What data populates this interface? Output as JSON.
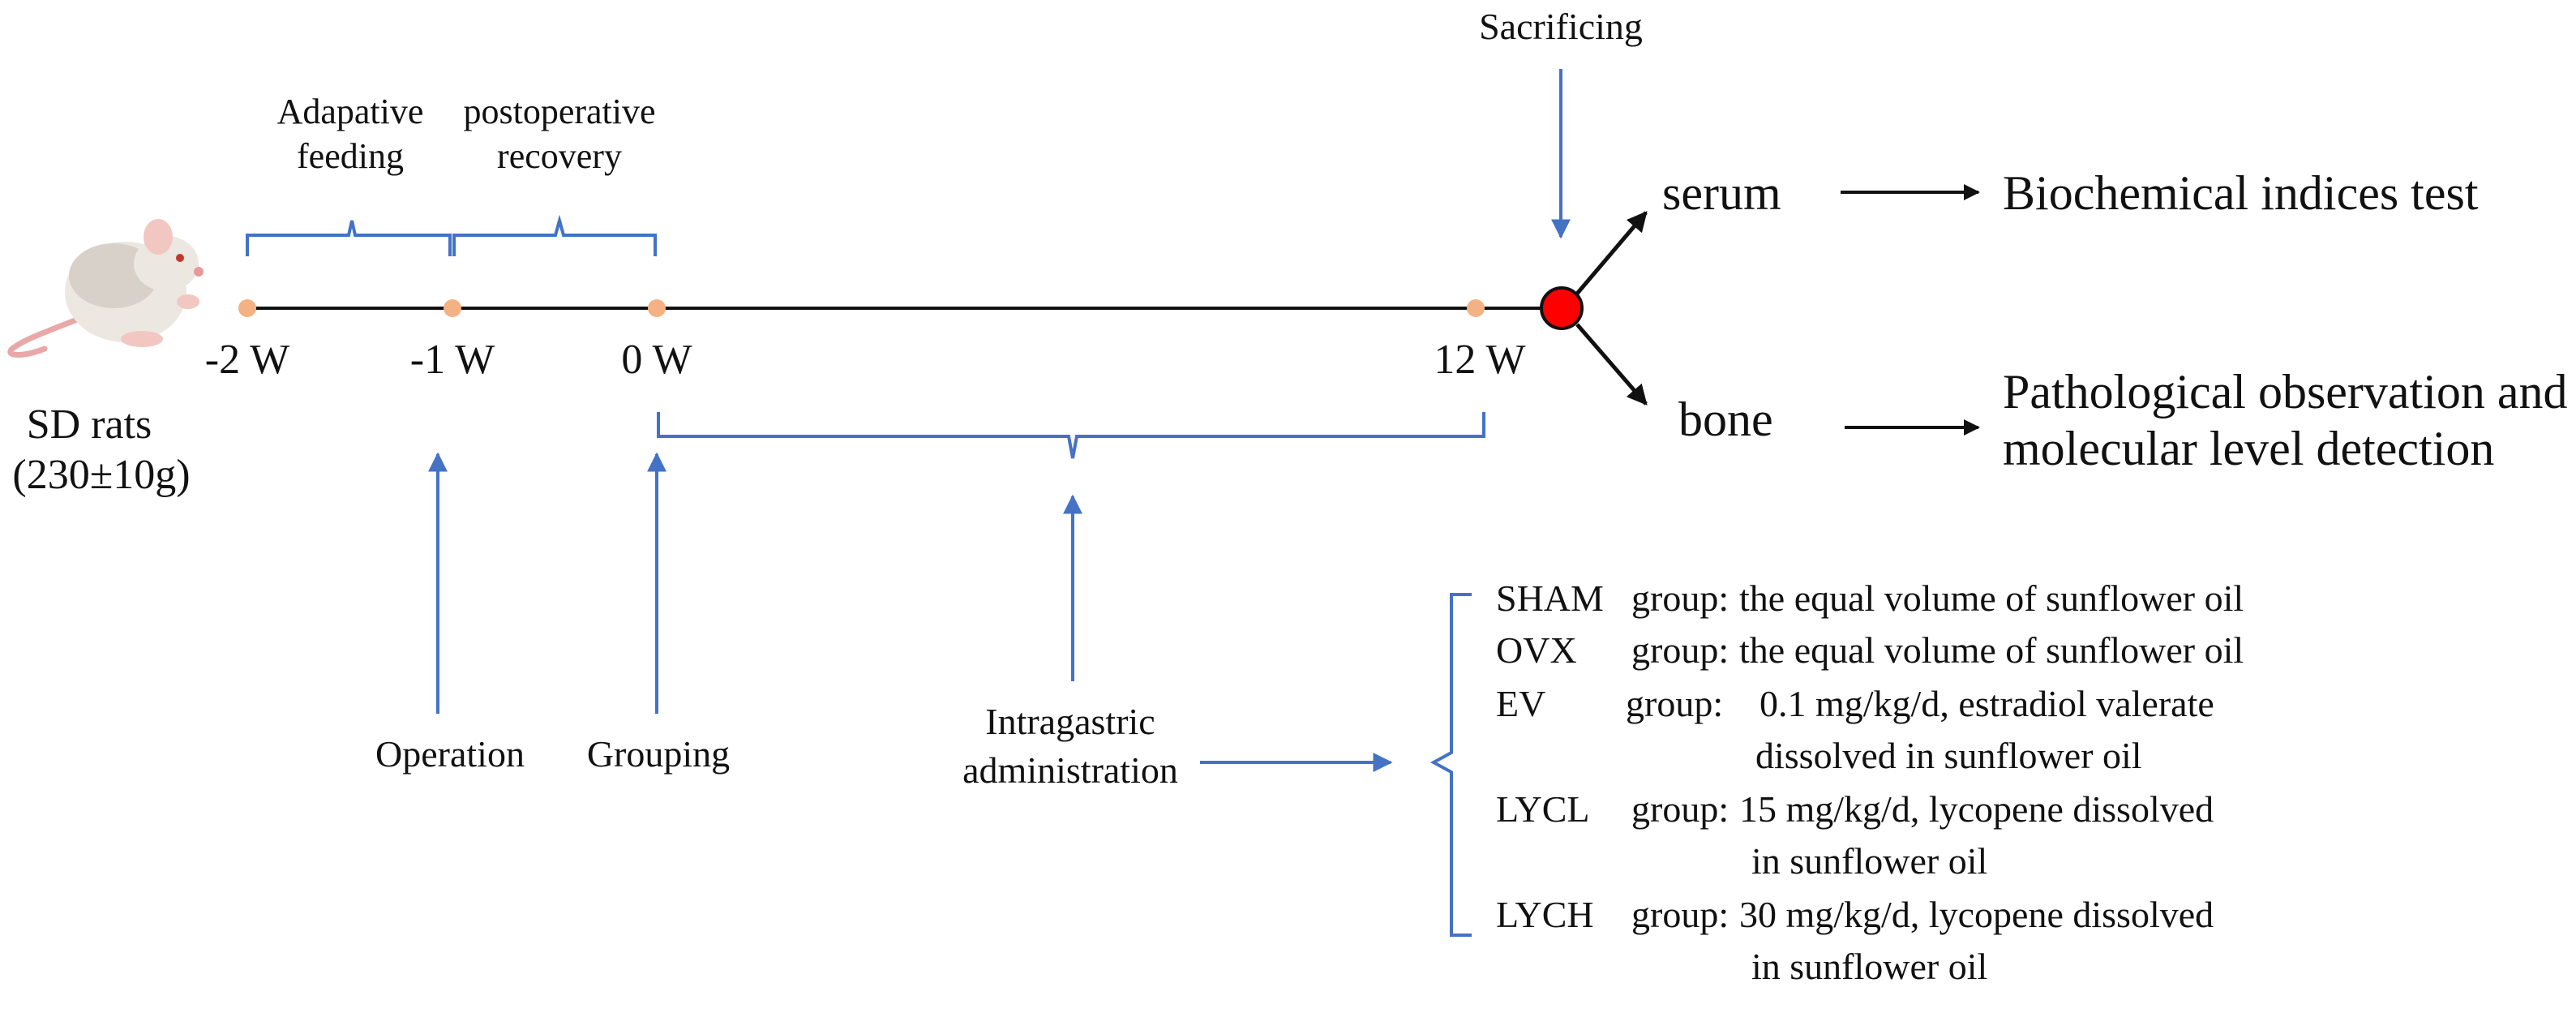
{
  "subjects": {
    "line1": "SD rats",
    "line2": "(230±10g)"
  },
  "phases": {
    "adaptive": [
      "Adapative",
      "feeding"
    ],
    "recovery": [
      "postoperative",
      "recovery"
    ]
  },
  "timeline": {
    "week_labels": [
      "-2 W",
      "-1 W",
      "0 W",
      "12 W"
    ]
  },
  "events": {
    "sacrificing": "Sacrificing",
    "operation": "Operation",
    "grouping": "Grouping",
    "intragastric": [
      "Intragastric",
      "administration"
    ]
  },
  "samples": {
    "serum": "serum",
    "bone": "bone",
    "serum_test": "Biochemical indices test",
    "bone_test": [
      "Pathological observation and",
      "molecular level detection"
    ]
  },
  "groups": [
    {
      "name": "SHAM",
      "label": "group:",
      "desc": [
        "the equal volume of sunflower oil"
      ]
    },
    {
      "name": "OVX",
      "label": "group:",
      "desc": [
        "the equal volume of sunflower oil"
      ]
    },
    {
      "name": "EV",
      "label": "group:",
      "desc": [
        "0.1 mg/kg/d, estradiol valerate",
        "dissolved in sunflower oil"
      ]
    },
    {
      "name": "LYCL",
      "label": "group:",
      "desc": [
        "15 mg/kg/d, lycopene dissolved",
        "in sunflower oil"
      ]
    },
    {
      "name": "LYCH",
      "label": "group:",
      "desc": [
        "30 mg/kg/d, lycopene dissolved",
        "in sunflower oil"
      ]
    }
  ],
  "colors": {
    "blue": "#4472C4",
    "dot": "#F4B183",
    "endpoint": "#FF0000",
    "line": "#111111"
  }
}
